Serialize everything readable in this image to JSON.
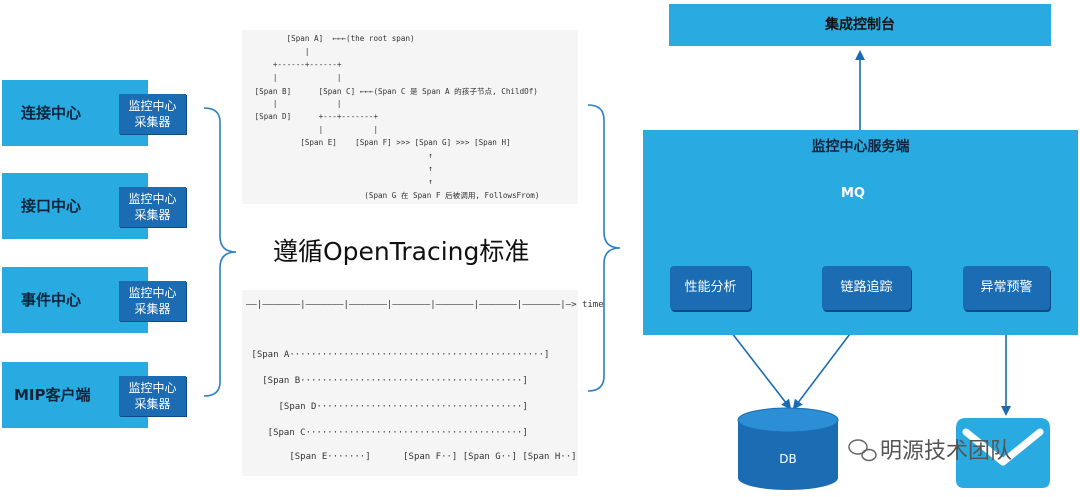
{
  "sources": [
    {
      "name": "连接中心",
      "collector": [
        "监控中心",
        "采集器"
      ]
    },
    {
      "name": "接口中心",
      "collector": [
        "监控中心",
        "采集器"
      ]
    },
    {
      "name": "事件中心",
      "collector": [
        "监控中心",
        "采集器"
      ]
    },
    {
      "name": "MIP客户端",
      "collector": [
        "监控中心",
        "采集器"
      ]
    }
  ],
  "standard_label": "遵循OpenTracing标准",
  "trace_diagram": [
    "        [Span A]  ←←←(the root span)",
    "            |",
    "     +------+------+",
    "     |             |",
    " [Span B]      [Span C] ←←←(Span C 是 Span A 的孩子节点, ChildOf)",
    "     |             |",
    " [Span D]      +---+-------+",
    "               |           |",
    "           [Span E]    [Span F] >>> [Span G] >>> [Span H]",
    "                                       ↑",
    "                                       ↑",
    "                                       ↑",
    "                         (Span G 在 Span F 后被调用, FollowsFrom)"
  ],
  "timeline_diagram": [
    "––|–––––––|–––––––|–––––––|–––––––|–––––––|–––––––|–––––––|–> time",
    "",
    "",
    " [Span A···············································]",
    "",
    "   [Span B·········································]",
    "",
    "      [Span D······································]",
    "",
    "    [Span C········································]",
    "",
    "        [Span E·······]      [Span F··] [Span G··] [Span H··]"
  ],
  "console_label": "集成控制台",
  "server_title": "监控中心服务端",
  "mq_label": "MQ",
  "analysis_nodes": [
    "性能分析",
    "链路追踪",
    "异常预警"
  ],
  "db_label": "DB",
  "watermark": "明源技术团队",
  "colors": {
    "light_blue": "#29abe2",
    "dark_blue": "#1b6cb3",
    "bracket": "#2c7fc4",
    "arrow": "#1b6cb3"
  }
}
